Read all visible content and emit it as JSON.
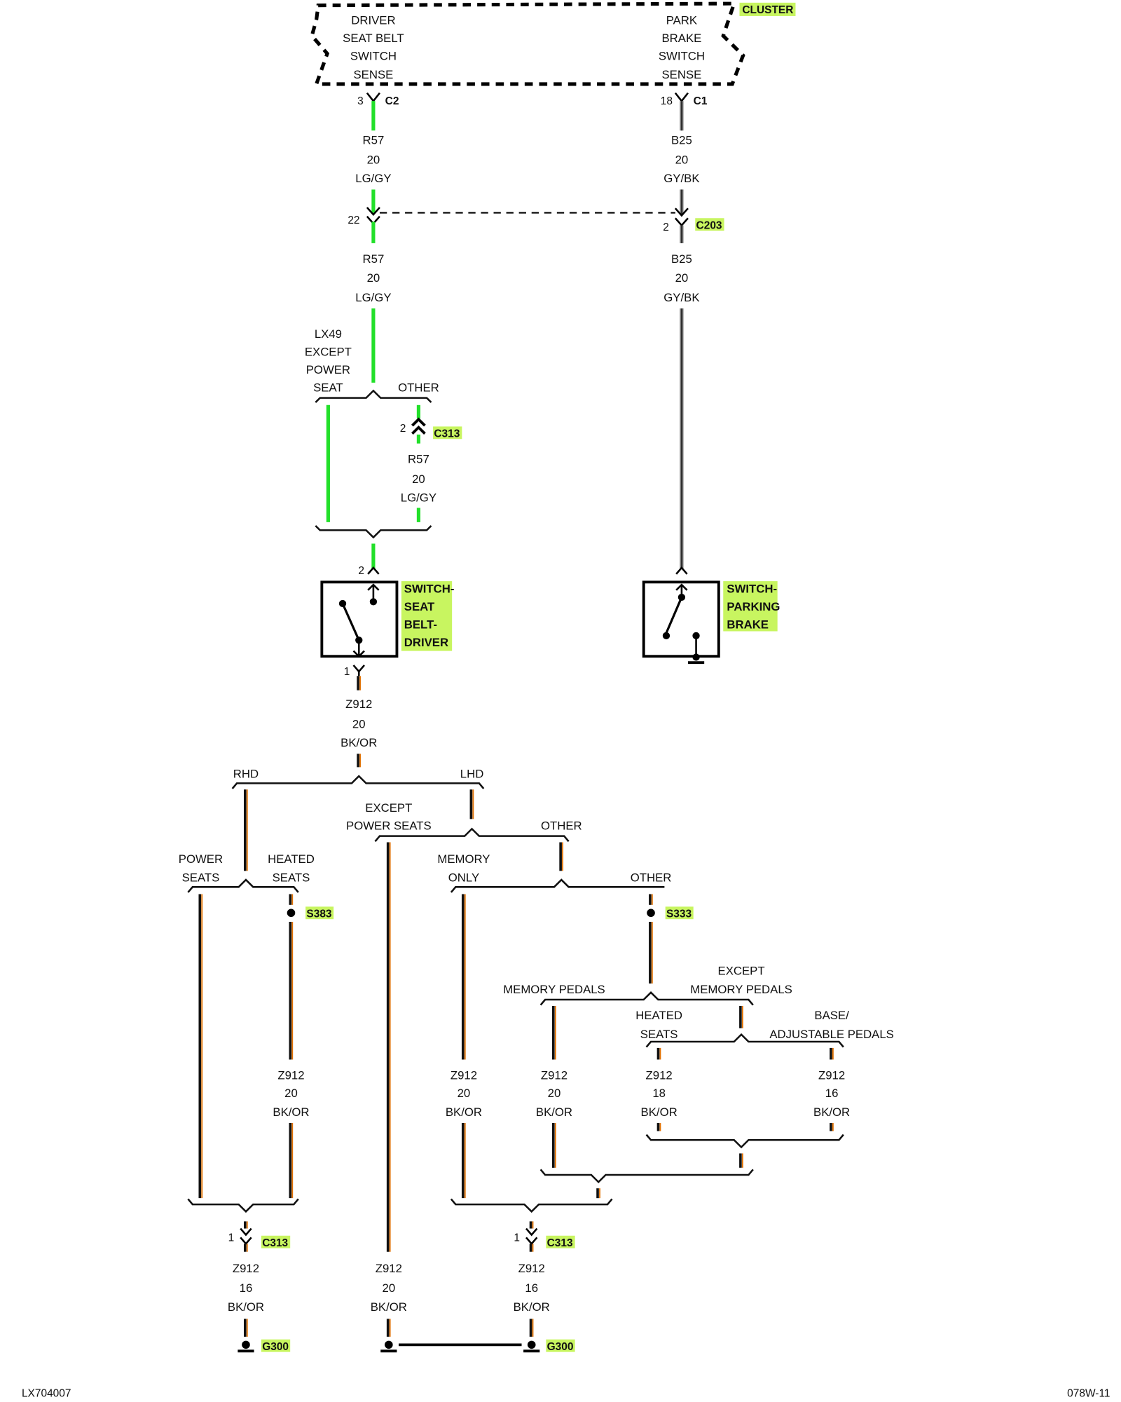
{
  "colors": {
    "wire_lg_gy": "#22e02a",
    "wire_gy_bk": "#777777",
    "wire_bk": "#111111",
    "wire_or": "#e07000",
    "highlight": "#c8f560"
  },
  "cluster": {
    "name": "CLUSTER",
    "left_circuit": [
      "DRIVER",
      "SEAT BELT",
      "SWITCH",
      "SENSE"
    ],
    "right_circuit": [
      "PARK",
      "BRAKE",
      "SWITCH",
      "SENSE"
    ]
  },
  "left_wire": {
    "cluster_pin": "3",
    "cluster_connector": "C2",
    "seg1": {
      "circuit": "R57",
      "gauge": "20",
      "color": "LG/GY"
    },
    "c203_pin": "22",
    "seg2": {
      "circuit": "R57",
      "gauge": "20",
      "color": "LG/GY"
    },
    "branch_left_label": [
      "LX49",
      "EXCEPT",
      "POWER",
      "SEAT"
    ],
    "branch_right_label": "OTHER",
    "c313_pin": "2",
    "c313_connector": "C313",
    "seg3": {
      "circuit": "R57",
      "gauge": "20",
      "color": "LG/GY"
    },
    "switch_pin_top": "2",
    "switch_name": [
      "SWITCH-",
      "SEAT",
      "BELT-",
      "DRIVER"
    ],
    "switch_pin_bottom": "1"
  },
  "right_wire": {
    "cluster_pin": "18",
    "cluster_connector": "C1",
    "seg1": {
      "circuit": "B25",
      "gauge": "20",
      "color": "GY/BK"
    },
    "c203_pin": "2",
    "c203_connector": "C203",
    "seg2": {
      "circuit": "B25",
      "gauge": "20",
      "color": "GY/BK"
    },
    "switch_name": [
      "SWITCH-",
      "PARKING",
      "BRAKE"
    ]
  },
  "ground_tree": {
    "main": {
      "circuit": "Z912",
      "gauge": "20",
      "color": "BK/OR"
    },
    "rhd_label": "RHD",
    "lhd_label": "LHD",
    "except_power_seats": [
      "EXCEPT",
      "POWER SEATS"
    ],
    "other_1": "OTHER",
    "power_seats": [
      "POWER",
      "SEATS"
    ],
    "heated_seats": [
      "HEATED",
      "SEATS"
    ],
    "splice_s383": "S383",
    "memory_only": [
      "MEMORY",
      "ONLY"
    ],
    "other_2": "OTHER",
    "splice_s333": "S333",
    "memory_pedals": "MEMORY PEDALS",
    "except_memory_pedals": [
      "EXCEPT",
      "MEMORY PEDALS"
    ],
    "heated_seats_2": [
      "HEATED",
      "SEATS"
    ],
    "base_adjustable_pedals": [
      "BASE/",
      "ADJUSTABLE PEDALS"
    ],
    "wires": [
      {
        "id": "rhd-heated",
        "circuit": "Z912",
        "gauge": "20",
        "color": "BK/OR"
      },
      {
        "id": "lhd-memory-only",
        "circuit": "Z912",
        "gauge": "20",
        "color": "BK/OR"
      },
      {
        "id": "memory-pedals",
        "circuit": "Z912",
        "gauge": "20",
        "color": "BK/OR"
      },
      {
        "id": "heated-seats-2",
        "circuit": "Z912",
        "gauge": "18",
        "color": "BK/OR"
      },
      {
        "id": "base-pedals",
        "circuit": "Z912",
        "gauge": "16",
        "color": "BK/OR"
      }
    ],
    "bottom": [
      {
        "pin": "1",
        "connector": "C313",
        "circuit": "Z912",
        "gauge": "16",
        "color": "BK/OR",
        "ground": "G300"
      },
      {
        "circuit": "Z912",
        "gauge": "20",
        "color": "BK/OR"
      },
      {
        "pin": "1",
        "connector": "C313",
        "circuit": "Z912",
        "gauge": "16",
        "color": "BK/OR",
        "ground": "G300"
      }
    ]
  },
  "footer": {
    "left": "LX704007",
    "right": "078W-11"
  }
}
